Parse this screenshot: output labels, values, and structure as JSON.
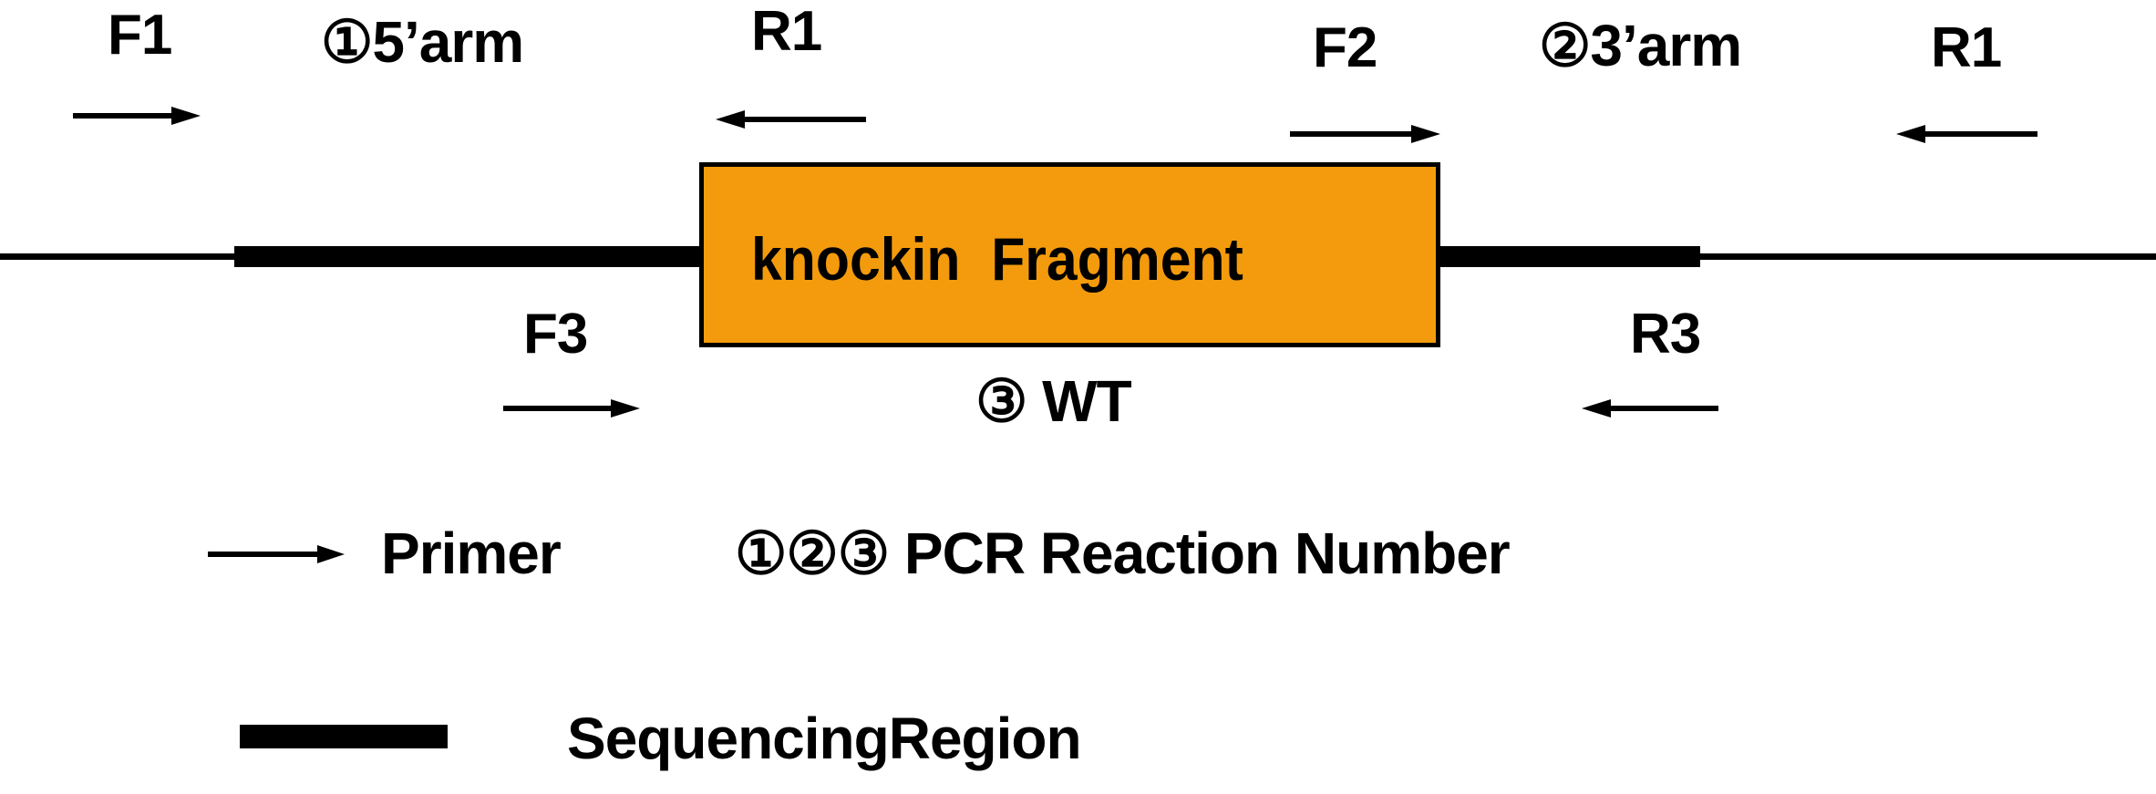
{
  "figure": {
    "type": "genotyping-pcr-schematic",
    "background_color": "#ffffff",
    "line_color": "#000000",
    "knockin_box_color": "#F39B0C"
  },
  "knockin_box": {
    "label": "knockin  Fragment"
  },
  "homology_arms": {
    "five_prime": {
      "circled_number": "①",
      "label": "5’arm",
      "full": "①5’arm"
    },
    "three_prime": {
      "circled_number": "②",
      "label": "3’arm",
      "full": "②3’arm"
    },
    "wild_type": {
      "circled_number": "③",
      "label": "WT",
      "full": "③ WT"
    }
  },
  "primers": {
    "f1_left": {
      "name": "F1",
      "direction": "forward"
    },
    "r1_left": {
      "name": "R1",
      "direction": "reverse"
    },
    "f2_right": {
      "name": "F2",
      "direction": "forward"
    },
    "r1_right": {
      "name": "R1",
      "direction": "reverse"
    },
    "f3_bottom": {
      "name": "F3",
      "direction": "forward"
    },
    "r3_bottom": {
      "name": "R3",
      "direction": "reverse"
    }
  },
  "legend": {
    "primer": {
      "icon": "arrow-right-icon",
      "label": "Primer"
    },
    "pcr_reaction_number": {
      "symbols": "①②③",
      "label": "PCR Reaction Number",
      "full": "①②③ PCR Reaction Number"
    },
    "sequencing_region": {
      "icon": "thick-bar-icon",
      "label": "SequencingRegion"
    }
  }
}
